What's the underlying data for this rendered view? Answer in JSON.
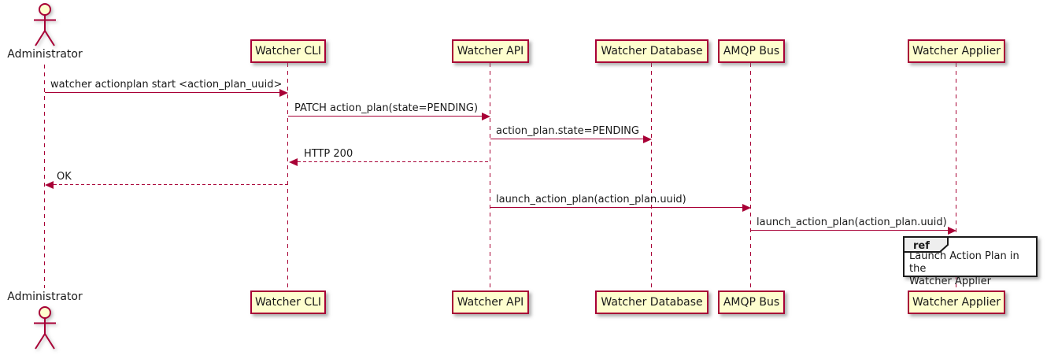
{
  "diagram": {
    "type": "uml-sequence",
    "actor": {
      "name": "Administrator"
    },
    "participants": [
      {
        "label": "Watcher CLI"
      },
      {
        "label": "Watcher API"
      },
      {
        "label": "Watcher Database"
      },
      {
        "label": "AMQP Bus"
      },
      {
        "label": "Watcher Applier"
      }
    ],
    "messages": [
      {
        "from": "Administrator",
        "to": "Watcher CLI",
        "label": "watcher actionplan start <action_plan_uuid>",
        "line": "solid",
        "direction": "right"
      },
      {
        "from": "Watcher CLI",
        "to": "Watcher API",
        "label": "PATCH action_plan(state=PENDING)",
        "line": "solid",
        "direction": "right"
      },
      {
        "from": "Watcher API",
        "to": "Watcher Database",
        "label": "action_plan.state=PENDING",
        "line": "solid",
        "direction": "right"
      },
      {
        "from": "Watcher API",
        "to": "Watcher CLI",
        "label": "HTTP 200",
        "line": "dashed",
        "direction": "left"
      },
      {
        "from": "Watcher CLI",
        "to": "Administrator",
        "label": "OK",
        "line": "dashed",
        "direction": "left"
      },
      {
        "from": "Watcher API",
        "to": "AMQP Bus",
        "label": "launch_action_plan(action_plan.uuid)",
        "line": "solid",
        "direction": "right"
      },
      {
        "from": "AMQP Bus",
        "to": "Watcher Applier",
        "label": "launch_action_plan(action_plan.uuid)",
        "line": "solid",
        "direction": "right"
      }
    ],
    "ref_fragment": {
      "keyword": "ref",
      "text": "Launch Action Plan in the\nWatcher Applier",
      "over": "Watcher Applier"
    },
    "colors": {
      "participant_fill": "#FEFECE",
      "participant_border": "#A80036",
      "arrow": "#A80036",
      "lifeline": "#A80036",
      "text": "#1A1A1A",
      "ref_border": "#1A1A1A",
      "ref_tag_fill": "#EEEEEE",
      "background": "#FFFFFF"
    }
  }
}
